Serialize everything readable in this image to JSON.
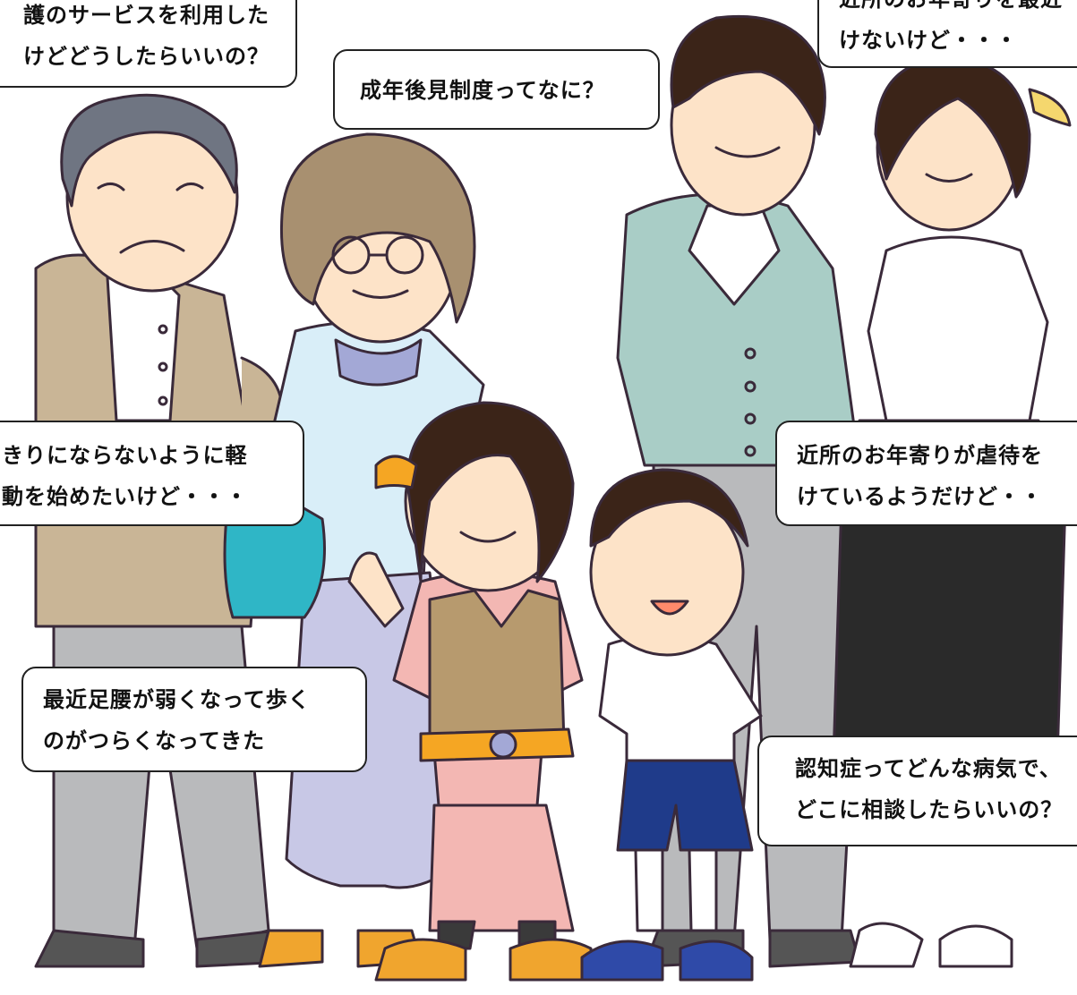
{
  "bubbles": {
    "care_service": {
      "line1": "護のサービスを利用した",
      "line2": "けどどうしたらいいの？"
    },
    "guardianship": {
      "line1": "成年後見制度ってなに？"
    },
    "neighbor_elderly": {
      "line1": "近所のお年寄りを最近",
      "line2": "けないけど・・・"
    },
    "exercise": {
      "line1": "きりにならないように軽",
      "line2": "動を始めたいけど・・・"
    },
    "abuse": {
      "line1": "近所のお年寄りが虐待を",
      "line2": "けているようだけど・・"
    },
    "legs_weak": {
      "line1": "最近足腰が弱くなって歩く",
      "line2": "のがつらくなってきた"
    },
    "dementia": {
      "line1": "認知症ってどんな病気で、",
      "line2": "どこに相談したらいいの？"
    }
  },
  "colors": {
    "outline": "#3a2a3a",
    "skin": "#fde3c8",
    "dark_hair": "#3b2418",
    "gray_hair": "#6f7582",
    "brown_hair": "#a89070",
    "grandpa_jacket": "#c9b596",
    "grandpa_pants": "#b9babc",
    "grandma_top": "#d9eef8",
    "grandma_skirt": "#c8c8e6",
    "grandma_scarf": "#a3a8d6",
    "teal_bag": "#2fb6c6",
    "father_cardigan": "#a9cdc6",
    "father_pants": "#b9babc",
    "mother_blouse": "#ffffff",
    "mother_skirt": "#2a2a2a",
    "girl_dress": "#f3b7b3",
    "girl_vest": "#b79a6e",
    "ribbon_orange": "#f5a623",
    "boy_shorts": "#1f3b8a",
    "leggings": "#3a3a3a",
    "shoes_orange": "#f0a52e",
    "shoes_blue": "#2f4aa8"
  }
}
